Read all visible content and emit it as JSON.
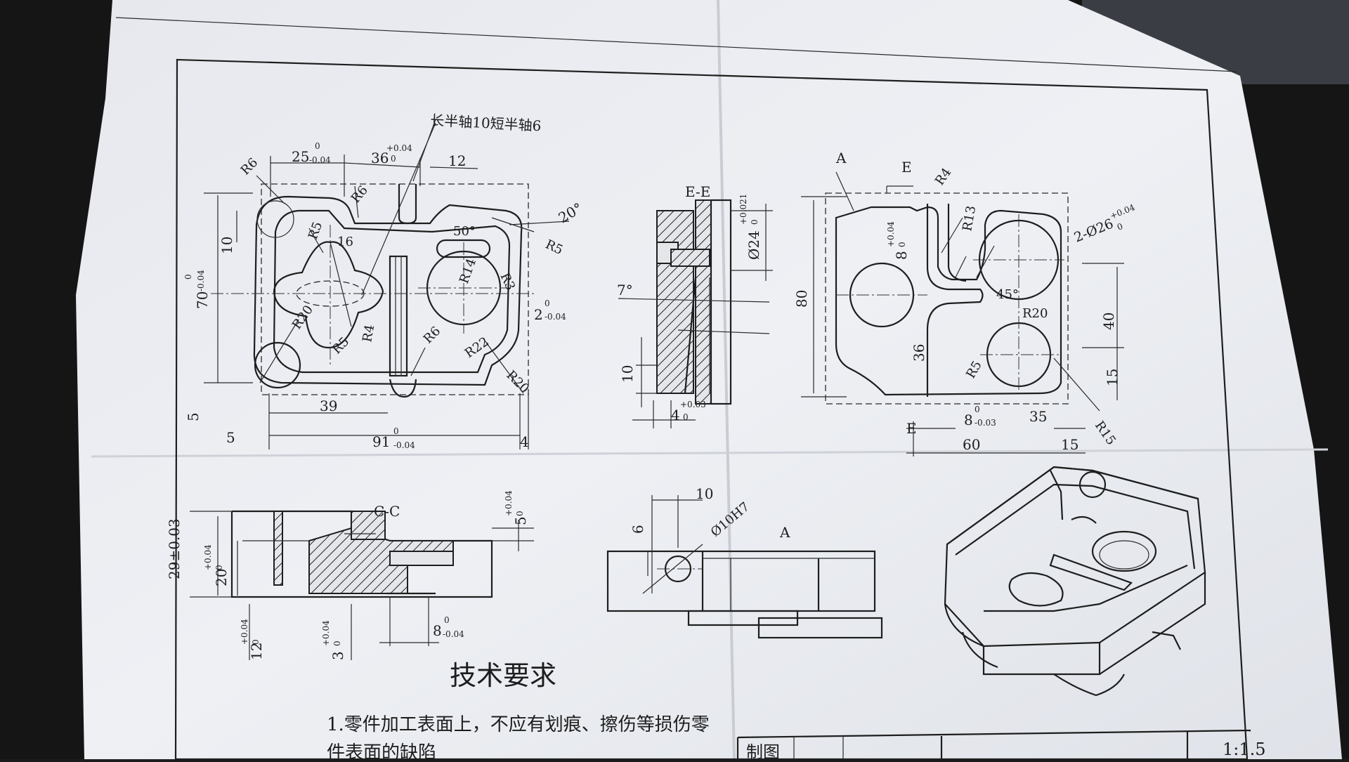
{
  "plan_view": {
    "note": "长半轴10短半轴6",
    "dims": {
      "d25": "25",
      "d25_tol_up": "0",
      "d25_tol_low": "-0.04",
      "d36": "36",
      "d36_tol_up": "+0.04",
      "d36_tol_low": "0",
      "d12": "12",
      "angle20": "20°",
      "r6a": "R6",
      "r6b": "R6",
      "r5a": "R5",
      "r5b": "R5",
      "r5c": "R5",
      "d16": "16",
      "d10": "10",
      "d70": "70",
      "d70_tol_up": "0",
      "d70_tol_low": "-0.04",
      "angle50": "50°",
      "r14": "R14",
      "r3": "R3",
      "d2": "2",
      "d2_tol_up": "0",
      "d2_tol_low": "-0.04",
      "r20a": "R20",
      "r4": "R4",
      "r6c": "R6",
      "r22": "R22",
      "r20b": "R20",
      "d5a": "5",
      "d39": "39",
      "d5b": "5",
      "d91": "91",
      "d91_tol_up": "0",
      "d91_tol_low": "-0.04",
      "d4": "4"
    }
  },
  "section_ee": {
    "title": "E-E",
    "dims": {
      "d24": "Ø24",
      "d24_tol_up": "+0.021",
      "d24_tol_low": "0",
      "angle7": "7°",
      "d10": "10",
      "d4": "4",
      "d4_tol_up": "+0.03",
      "d4_tol_low": "0"
    }
  },
  "bottom_view": {
    "label_a": "A",
    "label_e_top": "E",
    "label_e_bottom": "E",
    "dims": {
      "r4": "R4",
      "r13": "R13",
      "d8": "8",
      "d8_tol_up": "+0.04",
      "d8_tol_low": "0",
      "d26": "2-Ø26",
      "d26_tol_up": "+0.04",
      "d26_tol_low": "0",
      "d80": "80",
      "angle45": "45°",
      "r20": "R20",
      "d40": "40",
      "d36": "36",
      "r5": "R5",
      "d15v": "15",
      "d8b": "8",
      "d8b_tol_up": "0",
      "d8b_tol_low": "-0.03",
      "d35": "35",
      "r15": "R15",
      "d60": "60",
      "d15h": "15"
    }
  },
  "section_cc": {
    "title": "C-C",
    "dims": {
      "d29": "29±0.03",
      "d20": "20",
      "d20_tol_up": "+0.04",
      "d20_tol_low": "0",
      "d5": "5",
      "d5_tol_up": "+0.04",
      "d5_tol_low": "0",
      "d12": "12",
      "d12_tol_up": "+0.04",
      "d12_tol_low": "0",
      "d3": "3",
      "d3_tol_up": "+0.04",
      "d3_tol_low": "0",
      "d8": "8",
      "d8_tol_up": "0",
      "d8_tol_low": "-0.04"
    }
  },
  "view_a": {
    "label": "A",
    "dims": {
      "d10": "10",
      "d6": "6",
      "hole": "Ø10H7"
    }
  },
  "tech_requirements": {
    "title": "技术要求",
    "item1": "1.零件加工表面上，不应有划痕、擦伤等损伤零",
    "item1_cont": "件表面的缺陷"
  },
  "title_block": {
    "drawn_by": "制图",
    "scale": "1:1.5"
  }
}
